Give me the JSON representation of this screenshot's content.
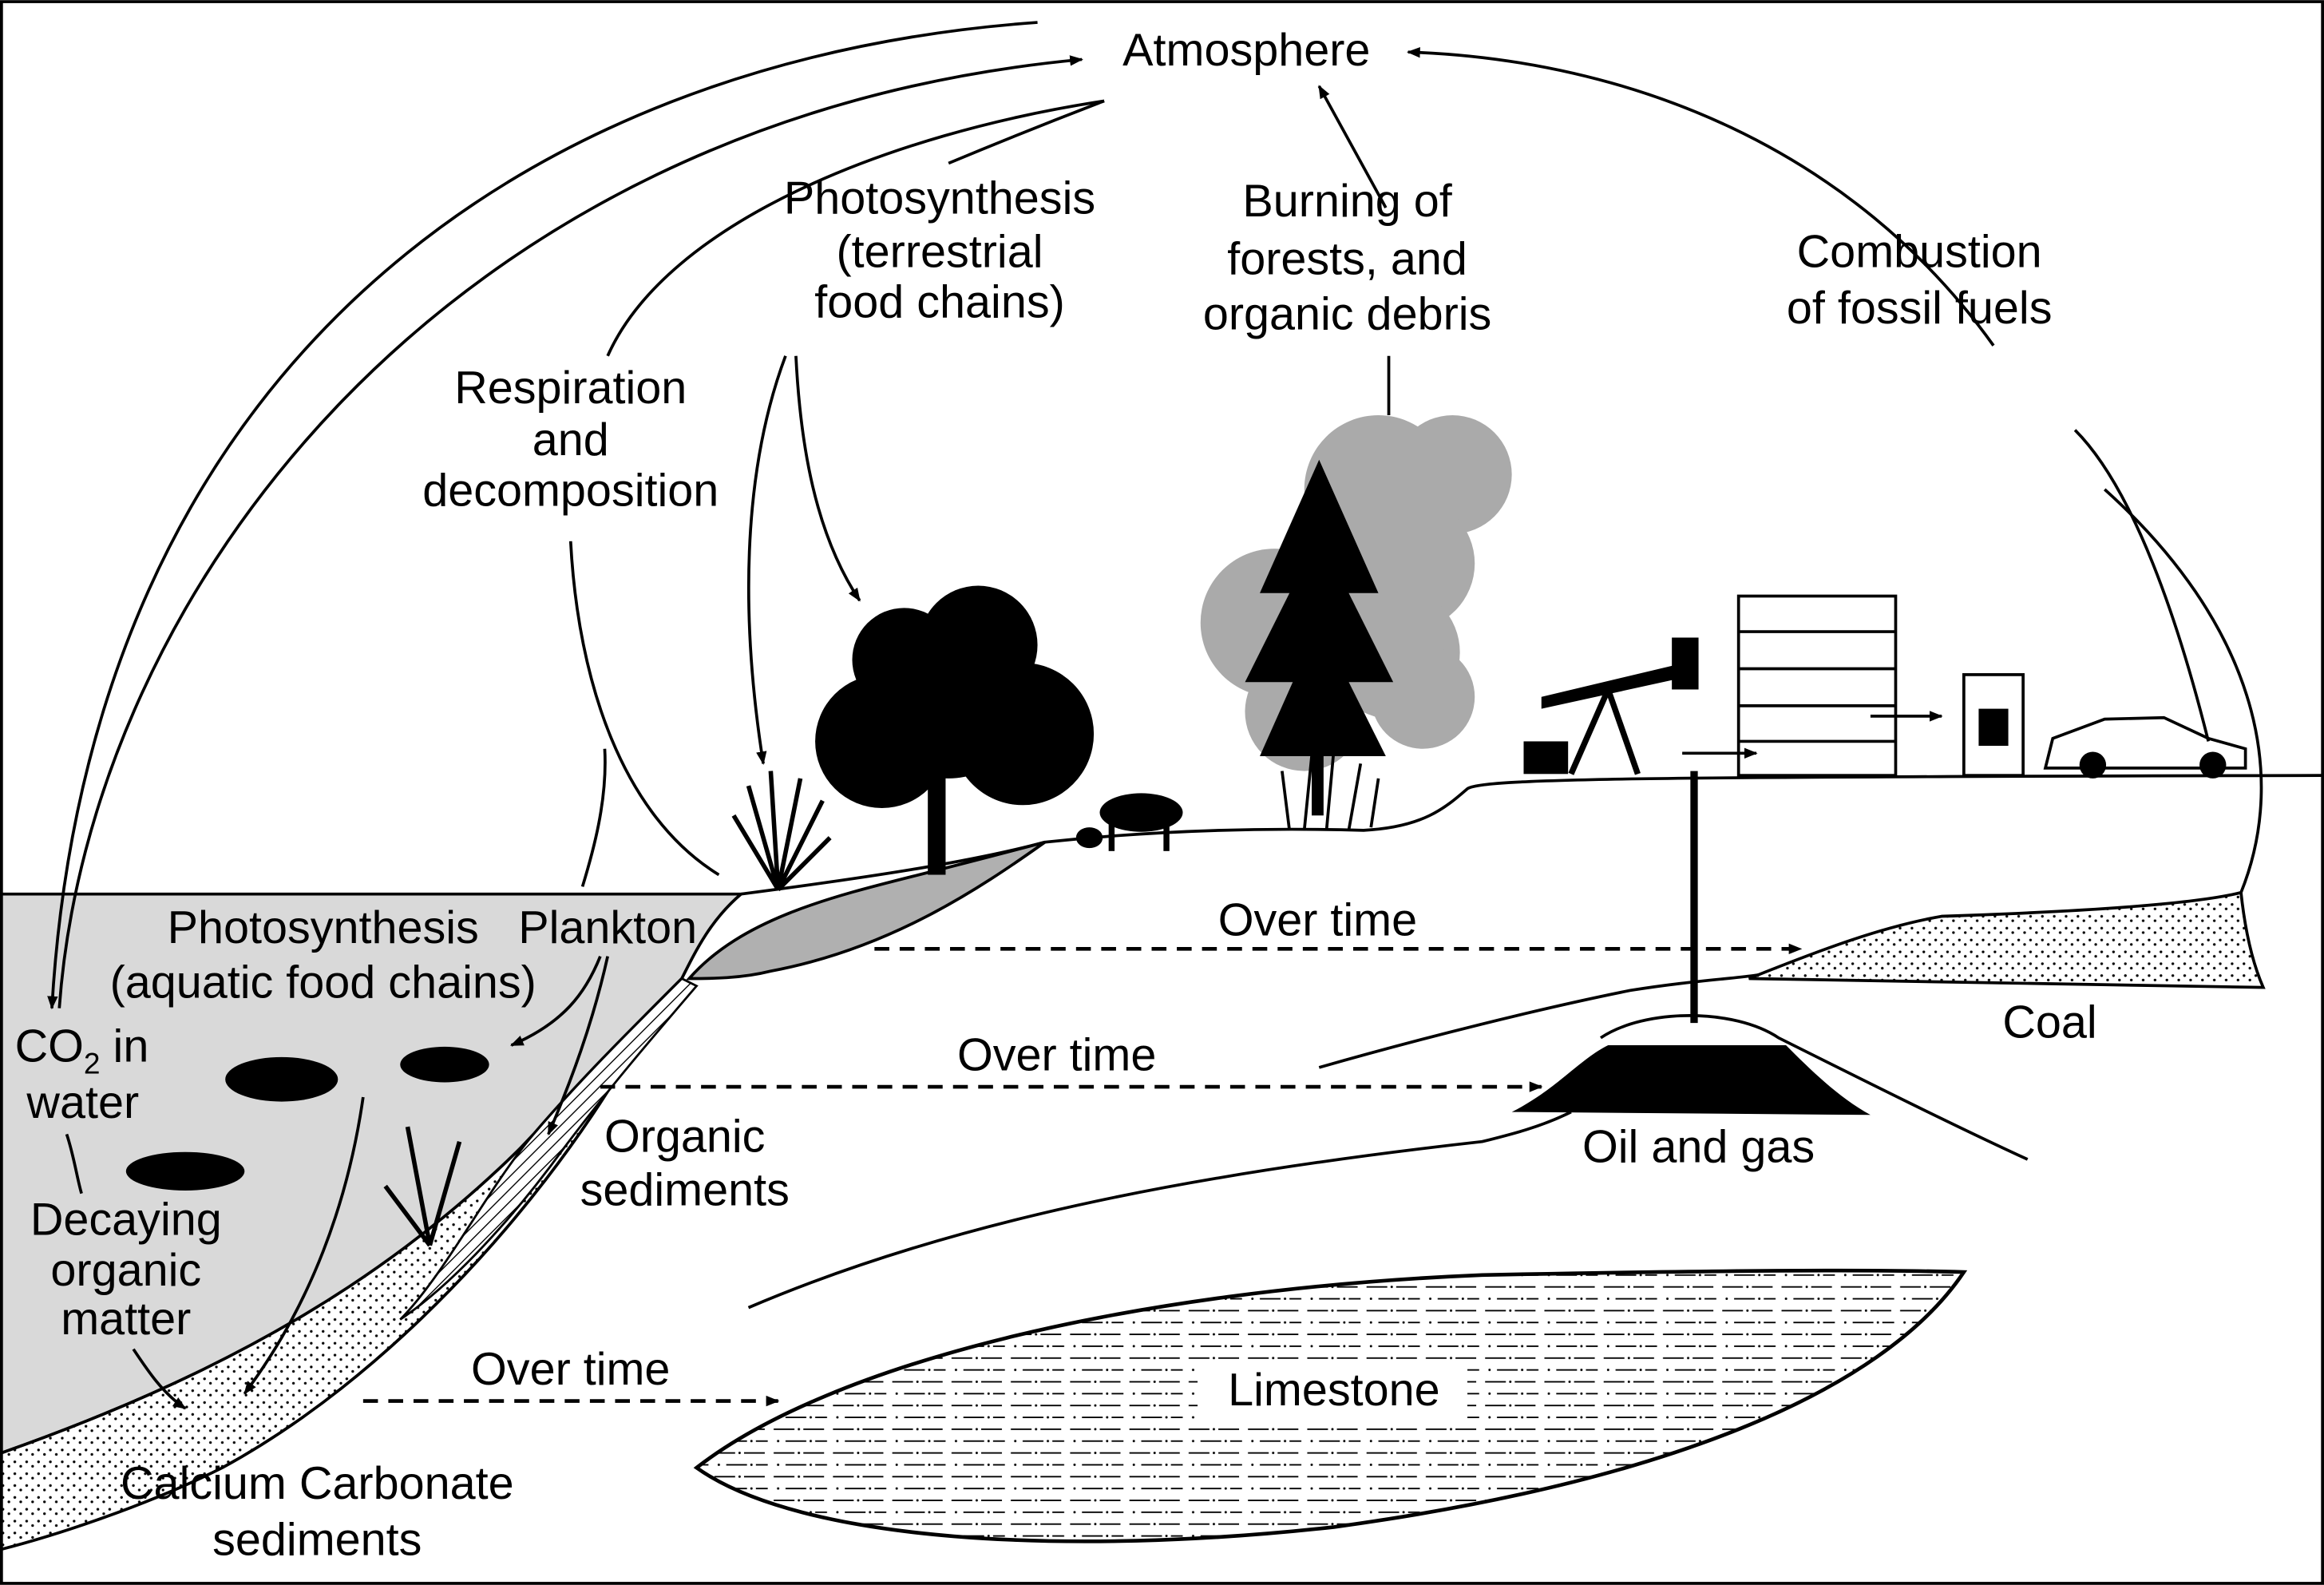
{
  "title": "Carbon cycle",
  "labels": {
    "atmosphere": "Atmosphere",
    "photo_terr": [
      "Photosynthesis",
      "(terrestrial",
      "food chains)"
    ],
    "burning": [
      "Burning of",
      "forests, and",
      "organic debris"
    ],
    "combustion": [
      "Combustion",
      "of fossil fuels"
    ],
    "respiration": [
      "Respiration",
      "and",
      "decomposition"
    ],
    "photo_aqua": [
      "Photosynthesis",
      "(aquatic food chains)"
    ],
    "plankton": "Plankton",
    "co2": {
      "main": "CO",
      "sub": "2",
      "rest": " in",
      "line2": "water"
    },
    "decaying": [
      "Decaying",
      "organic",
      "matter"
    ],
    "organic_sed": [
      "Organic",
      "sediments"
    ],
    "calcium": [
      "Calcium Carbonate",
      "sediments"
    ],
    "over_time_1": "Over time",
    "over_time_2": "Over time",
    "over_time_3": "Over time",
    "coal": "Coal",
    "oil_gas": "Oil and gas",
    "limestone": "Limestone"
  },
  "colors": {
    "water": "#d9d9d9",
    "smoke": "#aaaaaa",
    "ink": "#000000"
  }
}
